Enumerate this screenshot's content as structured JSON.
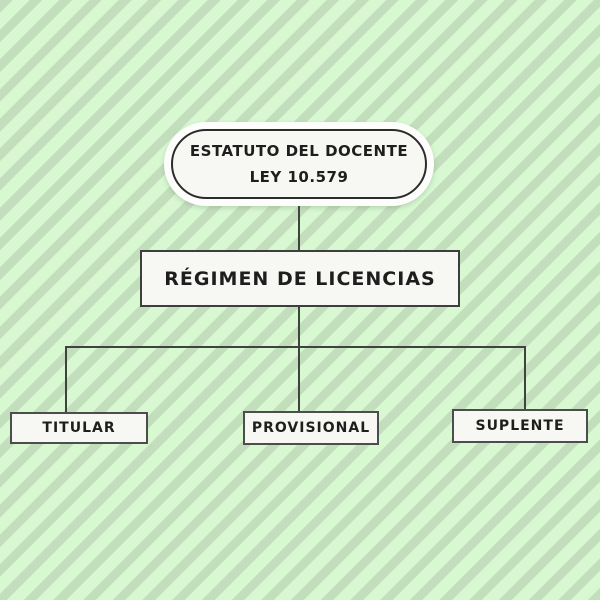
{
  "colors": {
    "stripe_light": "#d7f8d1",
    "stripe_dark": "#c3debc",
    "node_fill": "#f7f7f4",
    "node_border": "#3c3f3c",
    "pill_glow": "#fdfdfc",
    "text": "#1e1e1e",
    "connector": "#3e433e"
  },
  "diagram": {
    "type": "flowchart",
    "root": {
      "line1": "ESTATUTO DEL DOCENTE",
      "line2": "LEY 10.579"
    },
    "level2": {
      "label": "RÉGIMEN DE LICENCIAS"
    },
    "leaves": [
      {
        "label": "TITULAR"
      },
      {
        "label": "PROVISIONAL"
      },
      {
        "label": "SUPLENTE"
      }
    ]
  }
}
